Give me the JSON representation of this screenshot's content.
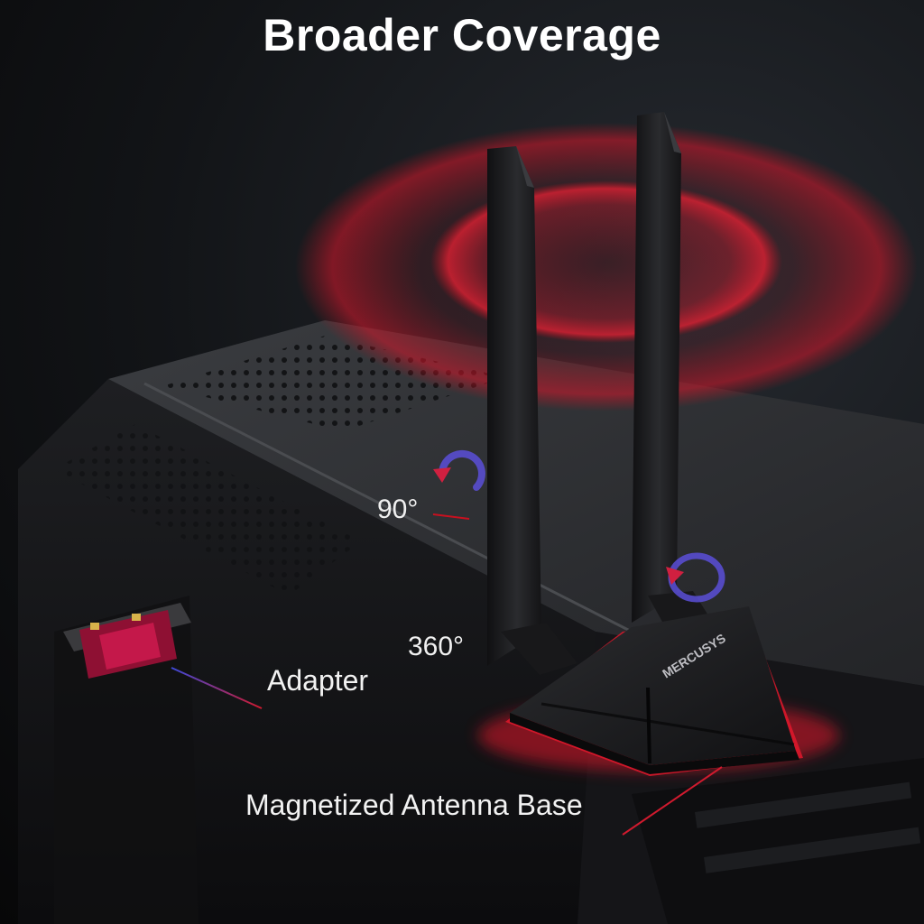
{
  "headline": "Broader Coverage",
  "brand_logo_text": "MERCUSYS",
  "labels": {
    "rotation_90": "90°",
    "rotation_360": "360°",
    "adapter": "Adapter",
    "antenna_base": "Magnetized Antenna Base"
  },
  "colors": {
    "accent_red": "#e0182b",
    "signal_red": "#c8101f",
    "product_black": "#1a1a1d",
    "arrow_blue": "#4a4fd8",
    "adapter_red": "#b0123a"
  },
  "icons": [
    "rotate-90-arrow-icon",
    "rotate-360-arrow-icon"
  ]
}
